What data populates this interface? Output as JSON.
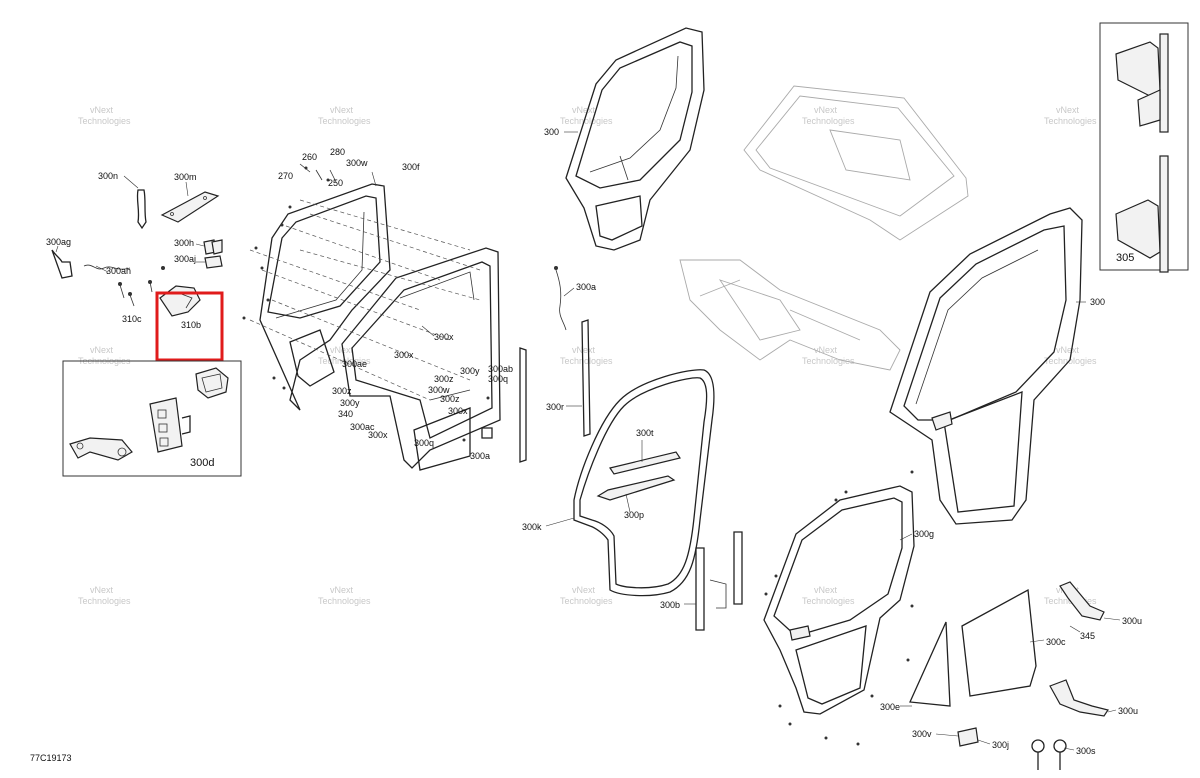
{
  "diagram_code": "77C19173",
  "watermark_lines": [
    "vNext",
    "Technologies"
  ],
  "highlight_color": "#e01b1b",
  "callouts": {
    "c300n": "300n",
    "c300m": "300m",
    "c300ag": "300ag",
    "c300h": "300h",
    "c300aj": "300aj",
    "c300ah": "300ah",
    "c310c": "310c",
    "c310b": "310b",
    "c300d": "300d",
    "c260": "260",
    "c280": "280",
    "c270": "270",
    "c250": "250",
    "c300w_top": "300w",
    "c300f": "300f",
    "c300x_a": "300x",
    "c300x_b": "300x",
    "c300ae": "300ae",
    "c300z_a": "300z",
    "c300z_b": "300z",
    "c300z_c": "300z",
    "c300w_b": "300w",
    "c300y_a": "300y",
    "c300y_b": "300y",
    "c300ab": "300ab",
    "c300q_a": "300q",
    "c340": "340",
    "c300ac": "300ac",
    "c300x_c": "300x",
    "c300x_d": "300x",
    "c300q_b": "300q",
    "c300a_b": "300a",
    "c300_top": "300",
    "c300a": "300a",
    "c300r": "300r",
    "c300t": "300t",
    "c300p": "300p",
    "c300k": "300k",
    "c300b": "300b",
    "c300g": "300g",
    "c300_right": "300",
    "c305": "305",
    "c300u_a": "300u",
    "c345": "345",
    "c300c": "300c",
    "c300u_b": "300u",
    "c300e": "300e",
    "c300v": "300v",
    "c300j": "300j",
    "c300s": "300s"
  }
}
